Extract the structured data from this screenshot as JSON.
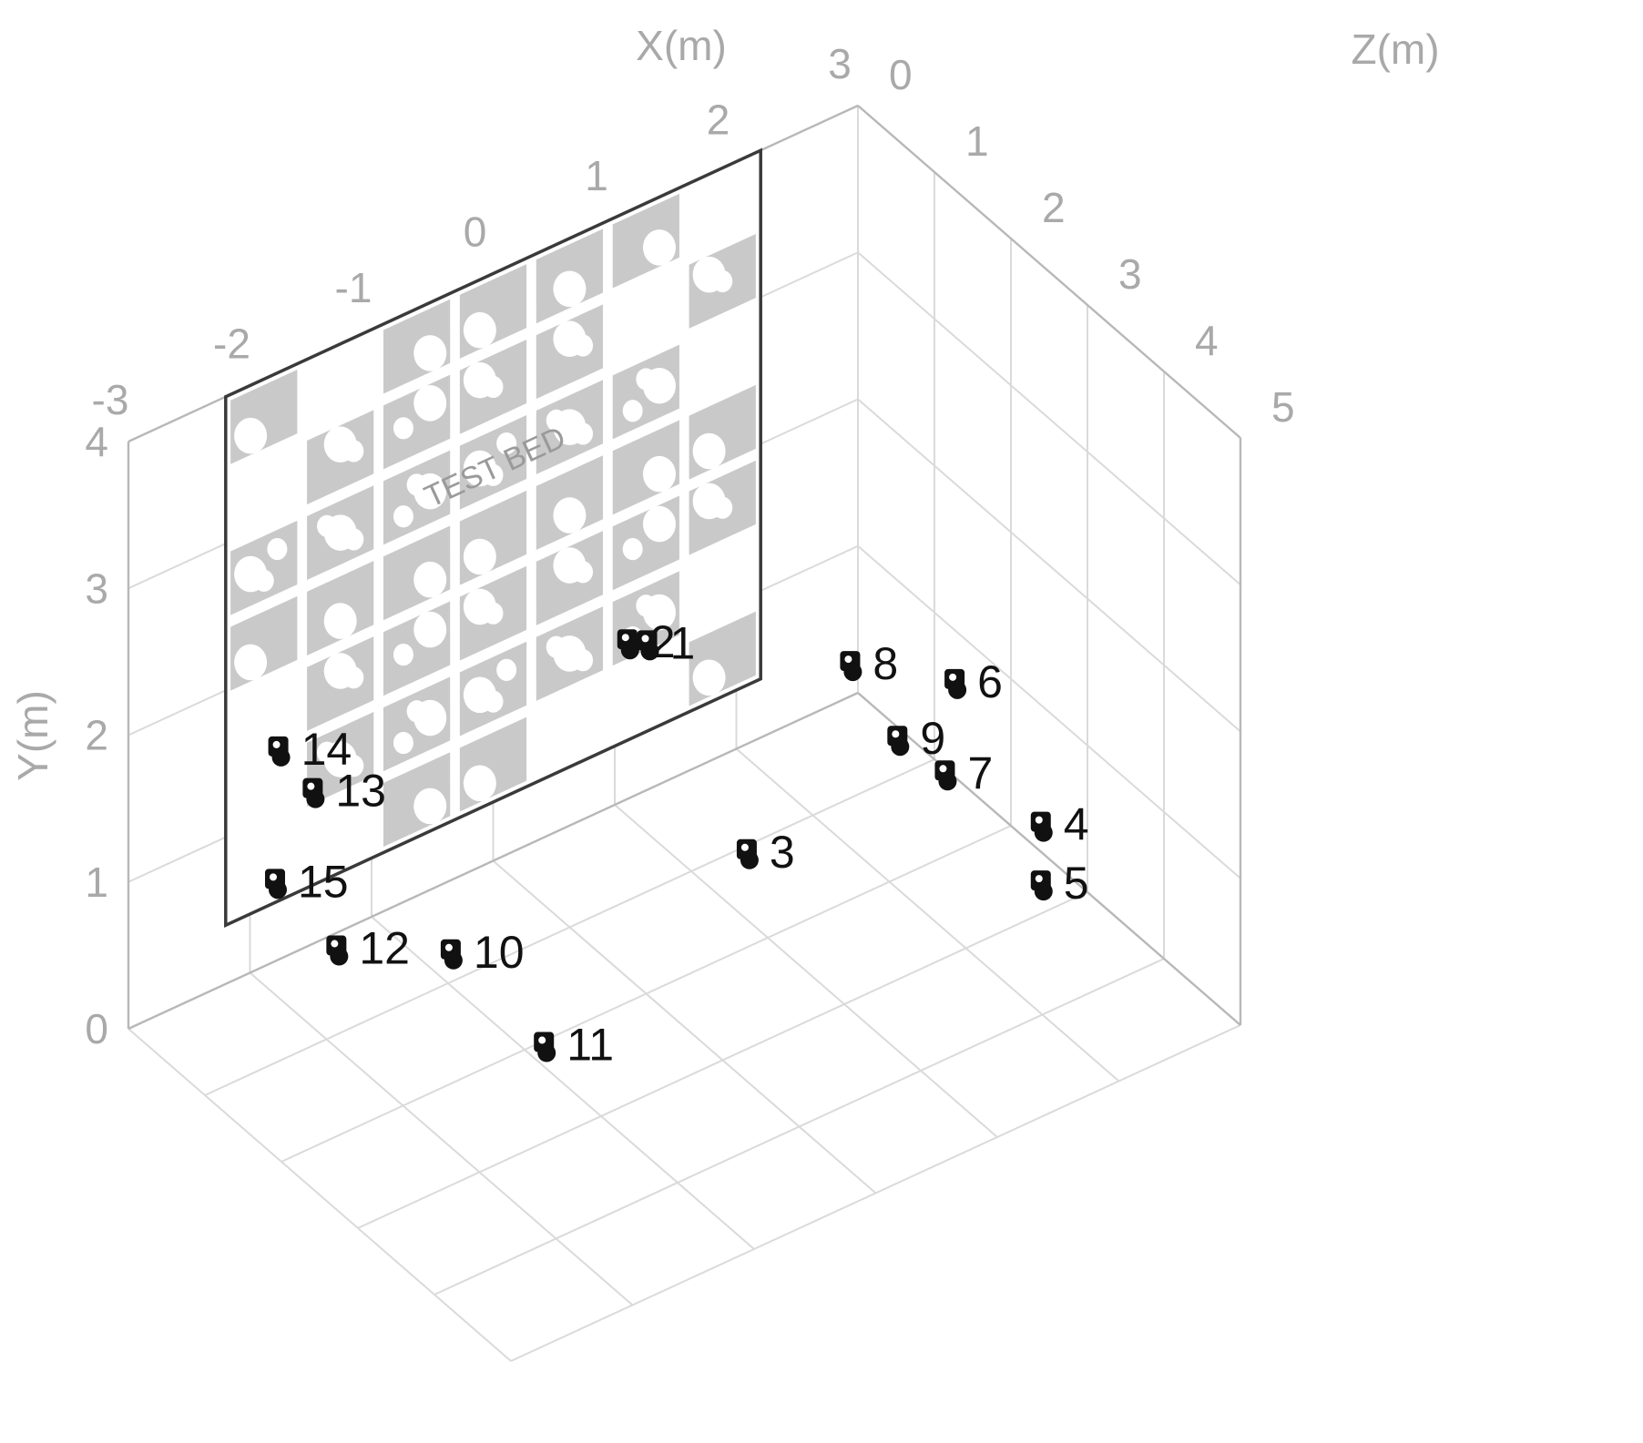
{
  "chart_data": {
    "type": "scatter",
    "title": "",
    "xlabel": "X(m)",
    "ylabel": "Y(m)",
    "zlabel": "Z(m)",
    "xlim": [
      -3,
      3
    ],
    "ylim": [
      0,
      4
    ],
    "zlim": [
      0,
      5
    ],
    "x_ticks": [
      "-3",
      "-2",
      "-1",
      "0",
      "1",
      "2",
      "3"
    ],
    "y_ticks": [
      "0",
      "1",
      "2",
      "3",
      "4"
    ],
    "z_ticks": [
      "0",
      "1",
      "2",
      "3",
      "4",
      "5"
    ],
    "grid": true,
    "test_bed": {
      "label": "TEST BED",
      "x_range": [
        -2.2,
        2.2
      ],
      "y_range": [
        0.4,
        4.0
      ],
      "z": 0
    },
    "cameras": [
      {
        "label": "1",
        "x": 0.55,
        "y": 1.8,
        "z": 1.15
      },
      {
        "label": "2",
        "x": 0.45,
        "y": 1.8,
        "z": 1.05
      },
      {
        "label": "3",
        "x": 0.52,
        "y": 1.0,
        "z": 2.5
      },
      {
        "label": "4",
        "x": 1.68,
        "y": 1.65,
        "z": 4.5
      },
      {
        "label": "5",
        "x": 1.68,
        "y": 1.25,
        "z": 4.5
      },
      {
        "label": "6",
        "x": 1.6,
        "y": 2.2,
        "z": 3.5
      },
      {
        "label": "7",
        "x": 1.3,
        "y": 1.85,
        "z": 3.85
      },
      {
        "label": "8",
        "x": 1.15,
        "y": 2.2,
        "z": 2.85
      },
      {
        "label": "9",
        "x": 1.35,
        "y": 1.75,
        "z": 3.15
      },
      {
        "label": "10",
        "x": -1.6,
        "y": 0.9,
        "z": 2.0
      },
      {
        "label": "11",
        "x": -1.4,
        "y": 0.6,
        "z": 2.9
      },
      {
        "label": "12",
        "x": -2.1,
        "y": 0.8,
        "z": 1.3
      },
      {
        "label": "13",
        "x": -1.98,
        "y": 1.6,
        "z": 0.8
      },
      {
        "label": "14",
        "x": -1.98,
        "y": 1.68,
        "z": 0.35
      },
      {
        "label": "15",
        "x": -2.29,
        "y": 1.1,
        "z": 0.8
      }
    ]
  }
}
